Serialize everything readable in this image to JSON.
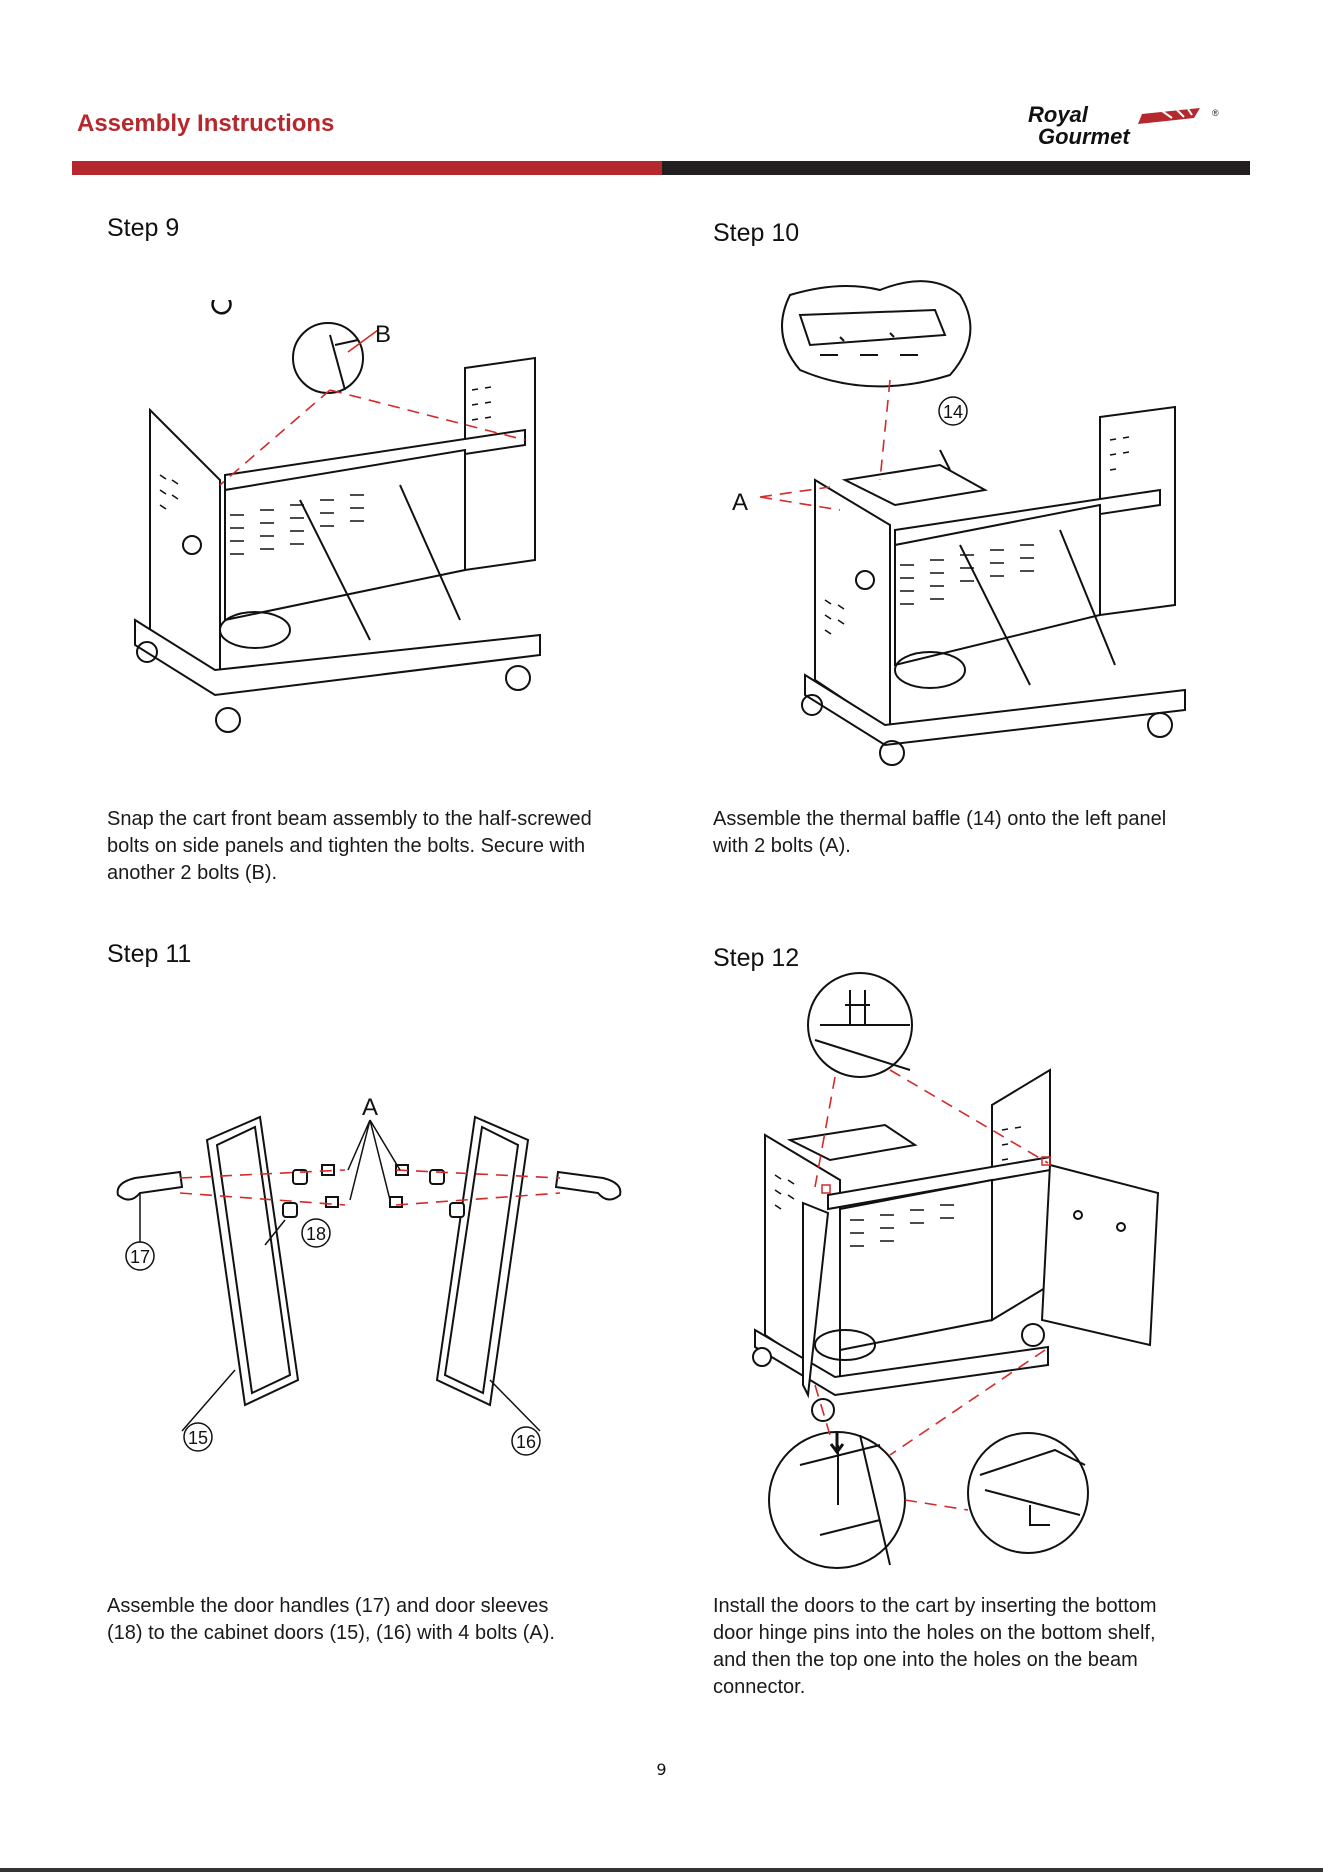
{
  "header": {
    "title": "Assembly Instructions",
    "brand_line1": "Royal",
    "brand_line2": "Gourmet",
    "registered": "®",
    "accent_color": "#b5282e",
    "dark_color": "#231f20"
  },
  "steps": [
    {
      "title": "Step 9",
      "text": "Snap the cart front beam assembly to the half-screwed\nbolts on side panels and tighten the bolts. Secure with\nanother 2 bolts (B).",
      "labels": [
        "B"
      ]
    },
    {
      "title": "Step 10",
      "text": "Assemble the thermal baffle (14) onto the left panel\nwith 2 bolts (A).",
      "labels": [
        "14",
        "A"
      ]
    },
    {
      "title": "Step 11",
      "text": "Assemble the door handles (17) and door sleeves\n(18) to the cabinet doors (15), (16) with 4 bolts (A).",
      "labels": [
        "A",
        "17",
        "18",
        "15",
        "16"
      ]
    },
    {
      "title": "Step 12",
      "text": "Install the doors to the cart by inserting the bottom\ndoor hinge pins into the holes on the bottom shelf,\nand then the top one into the holes on the beam\nconnector.",
      "labels": []
    }
  ],
  "footer": {
    "page_number": "9"
  }
}
